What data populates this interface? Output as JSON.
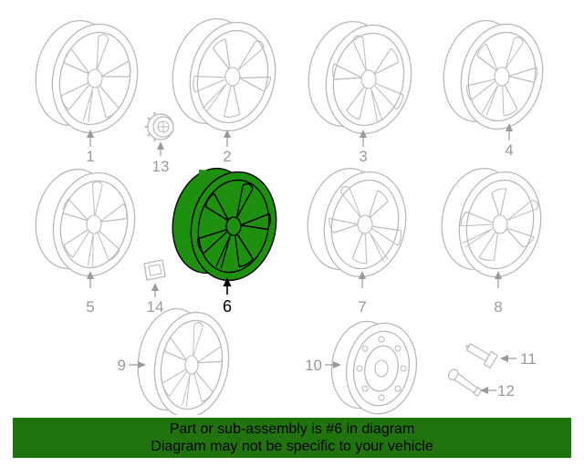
{
  "callouts": {
    "c1": "1",
    "c2": "2",
    "c3": "3",
    "c4": "4",
    "c5": "5",
    "c6": "6",
    "c7": "7",
    "c8": "8",
    "c9": "9",
    "c10": "10",
    "c11": "11",
    "c12": "12",
    "c13": "13",
    "c14": "14"
  },
  "selected_callout": "6",
  "colors": {
    "highlight": "#1f8f10",
    "banner": "#21740d",
    "line_art": "#b9b9b9"
  },
  "banner": {
    "line1": "Part or sub-assembly is #6 in diagram",
    "line2": "Diagram may not be specific to your vehicle"
  }
}
